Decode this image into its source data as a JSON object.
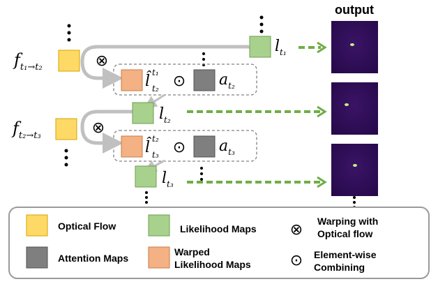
{
  "header": {
    "output_label": "output"
  },
  "symbols": {
    "flow_t1_t2": {
      "base": "f",
      "sub": "t₁→t₂"
    },
    "flow_t2_t3": {
      "base": "f",
      "sub": "t₂→t₃"
    },
    "l_t1": {
      "base": "l",
      "sub": "t₁"
    },
    "l_t2": {
      "base": "l",
      "sub": "t₂"
    },
    "l_t3": {
      "base": "l",
      "sub": "t₃"
    },
    "a_t2": {
      "base": "a",
      "sub": "t₂"
    },
    "a_t3": {
      "base": "a",
      "sub": "t₃"
    },
    "lhat_t2": {
      "base": "l̂",
      "sub": "t₂",
      "sup": "t₁"
    },
    "lhat_t3": {
      "base": "l̂",
      "sub": "t₃",
      "sup": "t₂"
    }
  },
  "operators": {
    "warp": "⊗",
    "combine": "⊙"
  },
  "legend": {
    "optical_flow": "Optical Flow",
    "likelihood_maps": "Likelihood Maps",
    "attention_maps": "Attention Maps",
    "warped_line1": "Warped",
    "warped_line2": "Likelihood Maps",
    "warping_line1": "Warping with",
    "warping_line2": "Optical flow",
    "combining_line1": "Element-wise",
    "combining_line2": "Combining"
  },
  "colors": {
    "optical_flow": "#ffd966",
    "likelihood": "#a9d18e",
    "attention": "#7f7f7f",
    "warped": "#f4b183",
    "arrow_green": "#70ad47",
    "flow_arrow": "#c0c0c0",
    "output_bg": "#2d0b4f"
  }
}
